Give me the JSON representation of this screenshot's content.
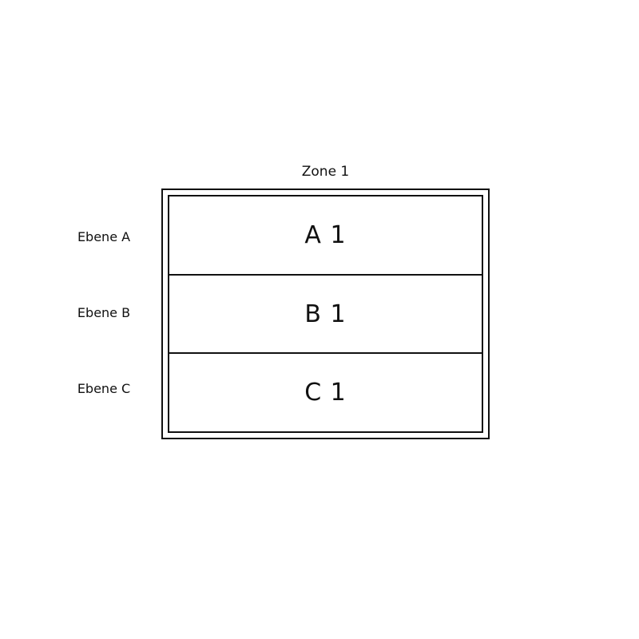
{
  "zone": {
    "title": "Zone 1"
  },
  "levels": [
    {
      "label": "Ebene A",
      "slot": "A 1"
    },
    {
      "label": "Ebene B",
      "slot": "B 1"
    },
    {
      "label": "Ebene C",
      "slot": "C 1"
    }
  ],
  "colors": {
    "line": "#111111",
    "background": "#ffffff"
  }
}
